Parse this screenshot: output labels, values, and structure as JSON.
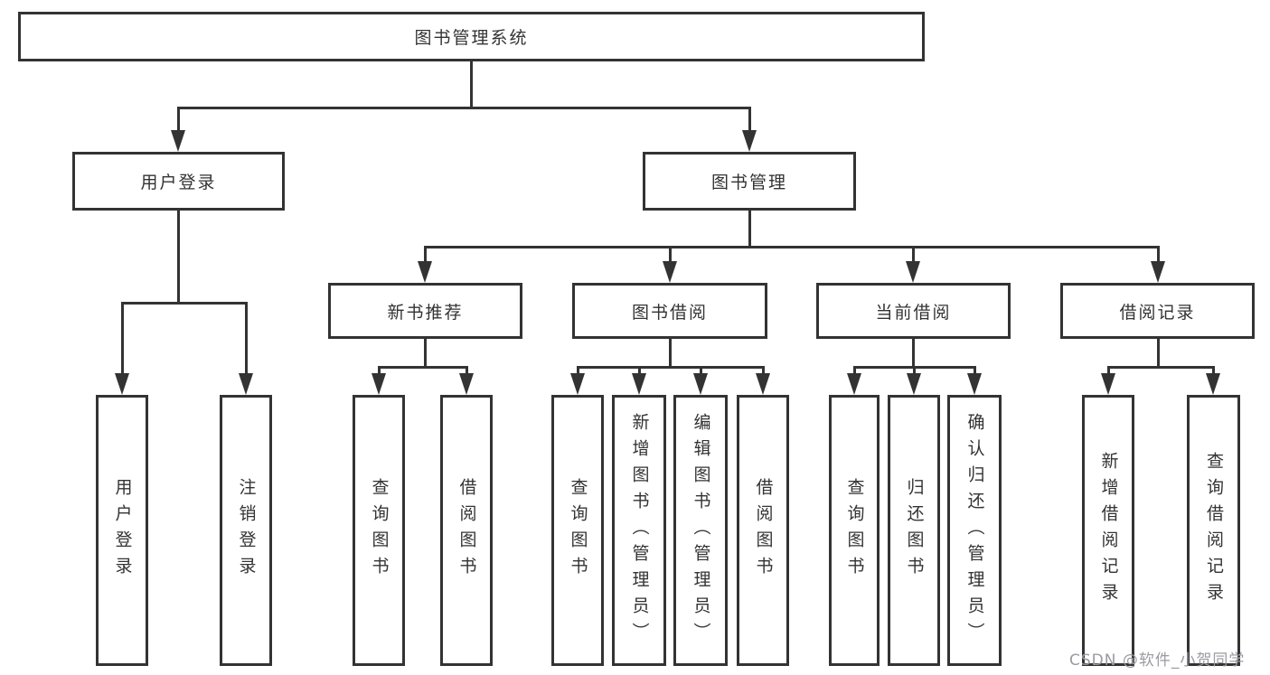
{
  "diagram": {
    "nodes": {
      "root": "图书管理系统",
      "level2": [
        "用户登录",
        "图书管理"
      ],
      "level3": [
        "新书推荐",
        "图书借阅",
        "当前借阅",
        "借阅记录"
      ],
      "leaves_login": [
        "用户登录",
        "注销登录"
      ],
      "leaves_newbook": [
        "查询图书",
        "借阅图书"
      ],
      "leaves_borrow": [
        "查询图书",
        "新增图书（管理员）",
        "编辑图书（管理员）",
        "借阅图书"
      ],
      "leaves_current": [
        "查询图书",
        "归还图书",
        "确认归还（管理员）"
      ],
      "leaves_record": [
        "新增借阅记录",
        "查询借阅记录"
      ]
    },
    "colors": {
      "line": "#333333",
      "text": "#333333",
      "background": "#ffffff",
      "watermark": "#9a9aa1"
    },
    "watermark": "CSDN @软件_小贺同学"
  }
}
